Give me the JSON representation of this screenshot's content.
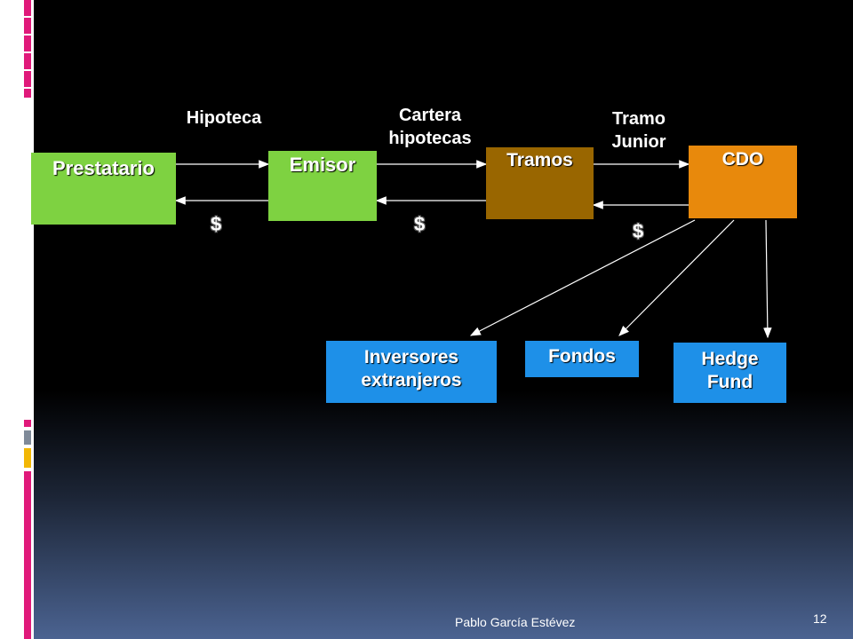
{
  "diagram": {
    "nodes": {
      "prestatario": {
        "label": "Prestatario",
        "color": "#7ed241"
      },
      "emisor": {
        "label": "Emisor",
        "color": "#7ed241"
      },
      "tramos": {
        "label": "Tramos",
        "color": "#996600"
      },
      "cdo": {
        "label": "CDO",
        "color": "#e8890c"
      },
      "inversores": {
        "label_line1": "Inversores",
        "label_line2": "extranjeros",
        "color": "#1e90e8"
      },
      "fondos": {
        "label": "Fondos",
        "color": "#1e90e8"
      },
      "hedge": {
        "label_line1": "Hedge",
        "label_line2": "Fund",
        "color": "#1e90e8"
      }
    },
    "edge_labels": {
      "hipoteca": "Hipoteca",
      "cartera_line1": "Cartera",
      "cartera_line2": "hipotecas",
      "tramo_line1": "Tramo",
      "tramo_line2": "Junior",
      "dollar1": "$",
      "dollar2": "$",
      "dollar3": "$"
    }
  },
  "footer": {
    "author": "Pablo García Estévez",
    "page_number": "12"
  },
  "decor_colors": {
    "pink": "#e0197a",
    "gray": "#7f8a99",
    "yellow": "#f2b705"
  }
}
